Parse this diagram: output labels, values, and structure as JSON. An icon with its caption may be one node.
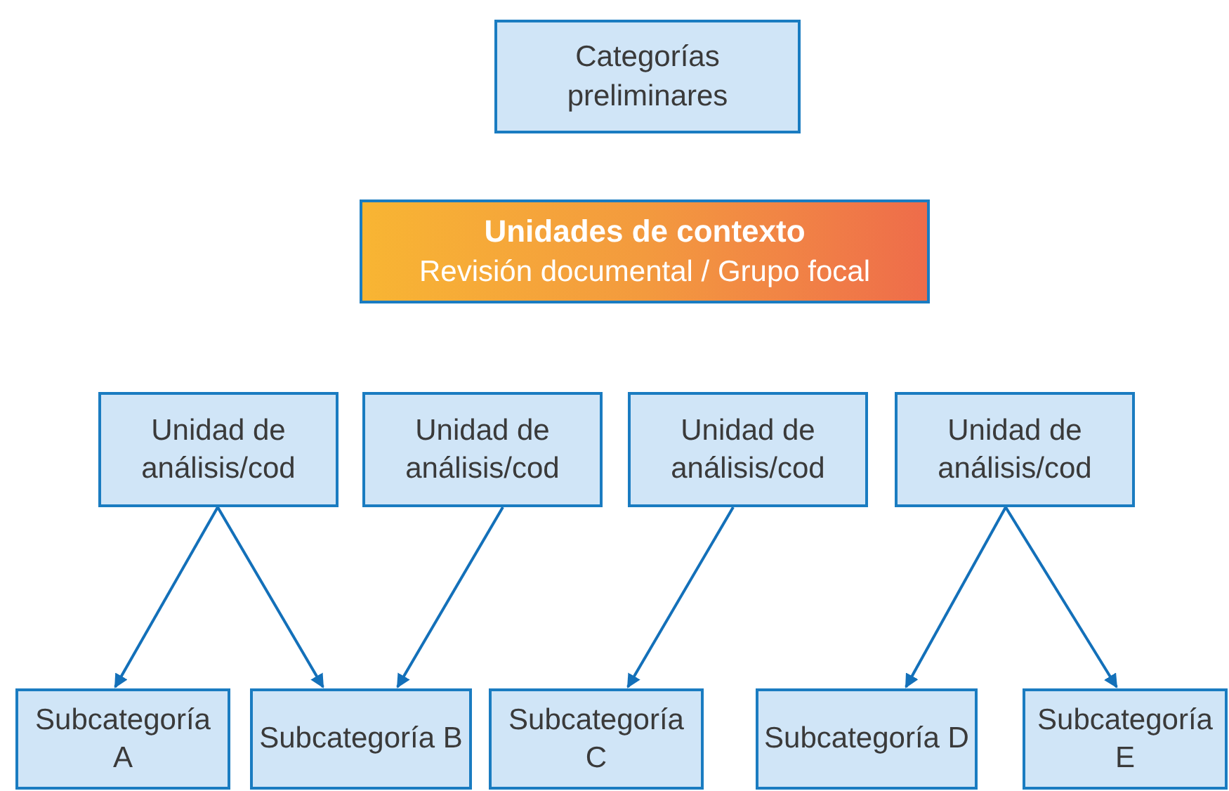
{
  "diagram": {
    "nodes": [
      {
        "text": [
          "Categorías preliminares"
        ]
      },
      {
        "text": [
          "Unidades de contexto",
          "Revisión documental / Grupo focal"
        ]
      },
      {
        "text": [
          "Unidad de análisis/cod"
        ]
      },
      {
        "text": [
          "Unidad de análisis/cod"
        ]
      },
      {
        "text": [
          "Unidad de análisis/cod"
        ]
      },
      {
        "text": [
          "Unidad de análisis/cod"
        ]
      },
      {
        "text": [
          "Subcategoría A"
        ]
      },
      {
        "text": [
          "Subcategoría B"
        ]
      },
      {
        "text": [
          "Subcategoría C"
        ]
      },
      {
        "text": [
          "Subcategoría D"
        ]
      },
      {
        "text": [
          "Subcategoría E"
        ]
      }
    ],
    "edges": [
      {
        "from": 2,
        "to": 6,
        "arrow": "to"
      },
      {
        "from": 2,
        "to": 7,
        "arrow": "to"
      },
      {
        "from": 3,
        "to": 7,
        "arrow": "to"
      },
      {
        "from": 4,
        "to": 8,
        "arrow": "to"
      },
      {
        "from": 5,
        "to": 9,
        "arrow": "to"
      },
      {
        "from": 5,
        "to": 10,
        "arrow": "to"
      }
    ]
  }
}
